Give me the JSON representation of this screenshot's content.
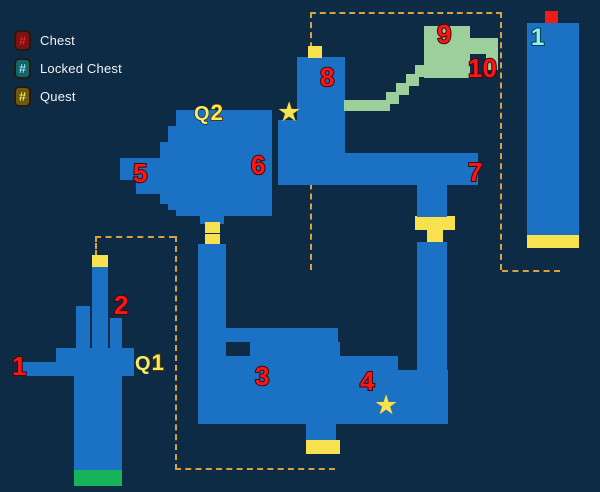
{
  "legend": {
    "items": [
      {
        "icon": "hash-icon",
        "glyph": "#",
        "color": "#ff1f1f",
        "label": "Chest"
      },
      {
        "icon": "hash-icon",
        "glyph": "#",
        "color": "#8ff1f5",
        "label": "Locked Chest"
      },
      {
        "icon": "hash-icon",
        "glyph": "#",
        "color": "#ffe95a",
        "label": "Quest"
      }
    ]
  },
  "colors": {
    "background": "#0e2b46",
    "room": "#1b72c4",
    "door": "#f7e14f",
    "stairs": "#9ccf9b",
    "save_point": "#17b35b",
    "chest_marker": "#ff1515",
    "locked_marker": "#8ff1f5",
    "quest_marker": "#ffe95a",
    "region_border": "#d9a23f"
  },
  "markers": {
    "chests": [
      {
        "id": "chest-1",
        "label": "1"
      },
      {
        "id": "chest-2",
        "label": "2"
      },
      {
        "id": "chest-3",
        "label": "3"
      },
      {
        "id": "chest-4",
        "label": "4"
      },
      {
        "id": "chest-5",
        "label": "5"
      },
      {
        "id": "chest-6",
        "label": "6"
      },
      {
        "id": "chest-7",
        "label": "7"
      },
      {
        "id": "chest-8",
        "label": "8"
      },
      {
        "id": "chest-9",
        "label": "9"
      },
      {
        "id": "chest-10",
        "label": "10"
      }
    ],
    "locked_chests": [
      {
        "id": "locked-1",
        "label": "1"
      }
    ],
    "quests": [
      {
        "id": "quest-1",
        "prefix": "Q",
        "label": "1"
      },
      {
        "id": "quest-2",
        "prefix": "Q",
        "label": "2"
      }
    ],
    "stars": [
      {
        "id": "star-1",
        "glyph": "★"
      },
      {
        "id": "star-2",
        "glyph": "★"
      }
    ]
  }
}
